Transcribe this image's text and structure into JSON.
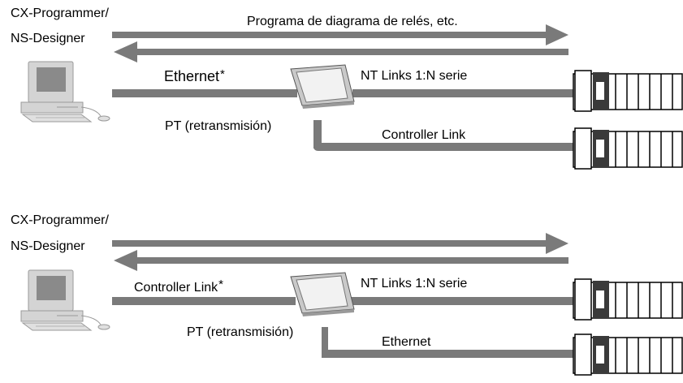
{
  "diagrams": [
    {
      "software_line1": "CX-Programmer/",
      "software_line2": "NS-Designer",
      "transfer_label": "Programa de diagrama de relés, etc.",
      "pc_network_label": "Ethernet",
      "pc_network_mark": "*",
      "pt_label": "PT (retransmisión)",
      "network_upper_label": "NT Links 1:N serie",
      "network_lower_label": "Controller Link"
    },
    {
      "software_line1": "CX-Programmer/",
      "software_line2": "NS-Designer",
      "transfer_label": "",
      "pc_network_label": "Controller Link",
      "pc_network_mark": "*",
      "pt_label": "PT (retransmisión)",
      "network_upper_label": "NT Links 1:N serie",
      "network_lower_label": "Ethernet"
    }
  ],
  "colors": {
    "line": "#7a7a7a",
    "device": "#d4d4d4",
    "screen": "#8a8a8a",
    "plc_body": "#ffffff",
    "plc_stroke": "#000000"
  },
  "icons": [
    "computer-icon",
    "touch-panel-icon",
    "plc-rack-icon"
  ]
}
